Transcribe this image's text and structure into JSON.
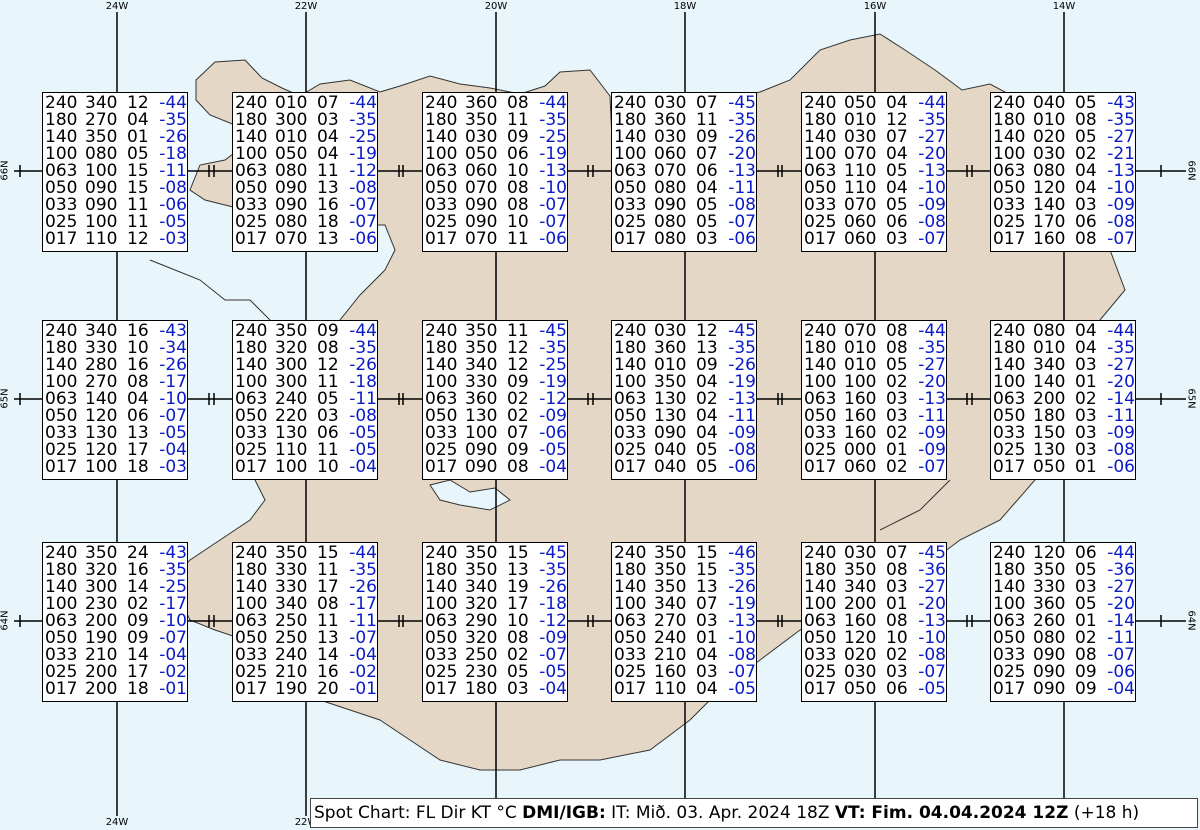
{
  "colors": {
    "sea": "#e8f6fb",
    "land": "#e4d7c6",
    "coast": "#333333",
    "temperature": "#0a1ac8"
  },
  "lon_labels": [
    "24W",
    "22W",
    "20W",
    "18W",
    "16W",
    "14W"
  ],
  "lat_labels": [
    "66N",
    "65N",
    "64N"
  ],
  "bottom_lon_labels": [
    "24W",
    "22W"
  ],
  "rows": [
    [
      [
        [
          "240",
          "340",
          "12",
          "-44"
        ],
        [
          "180",
          "270",
          "04",
          "-35"
        ],
        [
          "140",
          "350",
          "01",
          "-26"
        ],
        [
          "100",
          "080",
          "05",
          "-18"
        ],
        [
          "063",
          "100",
          "15",
          "-11"
        ],
        [
          "050",
          "090",
          "15",
          "-08"
        ],
        [
          "033",
          "090",
          "11",
          "-06"
        ],
        [
          "025",
          "100",
          "11",
          "-05"
        ],
        [
          "017",
          "110",
          "12",
          "-03"
        ]
      ],
      [
        [
          "240",
          "010",
          "07",
          "-44"
        ],
        [
          "180",
          "300",
          "03",
          "-35"
        ],
        [
          "140",
          "010",
          "04",
          "-25"
        ],
        [
          "100",
          "050",
          "04",
          "-19"
        ],
        [
          "063",
          "080",
          "11",
          "-12"
        ],
        [
          "050",
          "090",
          "13",
          "-08"
        ],
        [
          "033",
          "090",
          "16",
          "-07"
        ],
        [
          "025",
          "080",
          "18",
          "-07"
        ],
        [
          "017",
          "070",
          "13",
          "-06"
        ]
      ],
      [
        [
          "240",
          "360",
          "08",
          "-44"
        ],
        [
          "180",
          "350",
          "11",
          "-35"
        ],
        [
          "140",
          "030",
          "09",
          "-25"
        ],
        [
          "100",
          "050",
          "06",
          "-19"
        ],
        [
          "063",
          "060",
          "10",
          "-13"
        ],
        [
          "050",
          "070",
          "08",
          "-10"
        ],
        [
          "033",
          "090",
          "08",
          "-07"
        ],
        [
          "025",
          "090",
          "10",
          "-07"
        ],
        [
          "017",
          "070",
          "11",
          "-06"
        ]
      ],
      [
        [
          "240",
          "030",
          "07",
          "-45"
        ],
        [
          "180",
          "360",
          "11",
          "-35"
        ],
        [
          "140",
          "030",
          "09",
          "-26"
        ],
        [
          "100",
          "060",
          "07",
          "-20"
        ],
        [
          "063",
          "070",
          "06",
          "-13"
        ],
        [
          "050",
          "080",
          "04",
          "-11"
        ],
        [
          "033",
          "090",
          "05",
          "-08"
        ],
        [
          "025",
          "080",
          "05",
          "-07"
        ],
        [
          "017",
          "080",
          "03",
          "-06"
        ]
      ],
      [
        [
          "240",
          "050",
          "04",
          "-44"
        ],
        [
          "180",
          "010",
          "12",
          "-35"
        ],
        [
          "140",
          "030",
          "07",
          "-27"
        ],
        [
          "100",
          "070",
          "04",
          "-20"
        ],
        [
          "063",
          "110",
          "05",
          "-13"
        ],
        [
          "050",
          "110",
          "04",
          "-10"
        ],
        [
          "033",
          "070",
          "05",
          "-09"
        ],
        [
          "025",
          "060",
          "06",
          "-08"
        ],
        [
          "017",
          "060",
          "03",
          "-07"
        ]
      ],
      [
        [
          "240",
          "040",
          "05",
          "-43"
        ],
        [
          "180",
          "010",
          "08",
          "-35"
        ],
        [
          "140",
          "020",
          "05",
          "-27"
        ],
        [
          "100",
          "030",
          "02",
          "-21"
        ],
        [
          "063",
          "080",
          "04",
          "-13"
        ],
        [
          "050",
          "120",
          "04",
          "-10"
        ],
        [
          "033",
          "140",
          "03",
          "-09"
        ],
        [
          "025",
          "170",
          "06",
          "-08"
        ],
        [
          "017",
          "160",
          "08",
          "-07"
        ]
      ]
    ],
    [
      [
        [
          "240",
          "340",
          "16",
          "-43"
        ],
        [
          "180",
          "330",
          "10",
          "-34"
        ],
        [
          "140",
          "280",
          "16",
          "-26"
        ],
        [
          "100",
          "270",
          "08",
          "-17"
        ],
        [
          "063",
          "140",
          "04",
          "-10"
        ],
        [
          "050",
          "120",
          "06",
          "-07"
        ],
        [
          "033",
          "130",
          "13",
          "-05"
        ],
        [
          "025",
          "120",
          "17",
          "-04"
        ],
        [
          "017",
          "100",
          "18",
          "-03"
        ]
      ],
      [
        [
          "240",
          "350",
          "09",
          "-44"
        ],
        [
          "180",
          "320",
          "08",
          "-35"
        ],
        [
          "140",
          "300",
          "12",
          "-26"
        ],
        [
          "100",
          "300",
          "11",
          "-18"
        ],
        [
          "063",
          "240",
          "05",
          "-11"
        ],
        [
          "050",
          "220",
          "03",
          "-08"
        ],
        [
          "033",
          "130",
          "06",
          "-05"
        ],
        [
          "025",
          "110",
          "11",
          "-05"
        ],
        [
          "017",
          "100",
          "10",
          "-04"
        ]
      ],
      [
        [
          "240",
          "350",
          "11",
          "-45"
        ],
        [
          "180",
          "350",
          "12",
          "-35"
        ],
        [
          "140",
          "340",
          "12",
          "-25"
        ],
        [
          "100",
          "330",
          "09",
          "-19"
        ],
        [
          "063",
          "360",
          "02",
          "-12"
        ],
        [
          "050",
          "130",
          "02",
          "-09"
        ],
        [
          "033",
          "100",
          "07",
          "-06"
        ],
        [
          "025",
          "090",
          "09",
          "-05"
        ],
        [
          "017",
          "090",
          "08",
          "-04"
        ]
      ],
      [
        [
          "240",
          "030",
          "12",
          "-45"
        ],
        [
          "180",
          "360",
          "13",
          "-35"
        ],
        [
          "140",
          "010",
          "09",
          "-26"
        ],
        [
          "100",
          "350",
          "04",
          "-19"
        ],
        [
          "063",
          "130",
          "02",
          "-13"
        ],
        [
          "050",
          "130",
          "04",
          "-11"
        ],
        [
          "033",
          "090",
          "04",
          "-09"
        ],
        [
          "025",
          "040",
          "05",
          "-08"
        ],
        [
          "017",
          "040",
          "05",
          "-06"
        ]
      ],
      [
        [
          "240",
          "070",
          "08",
          "-44"
        ],
        [
          "180",
          "010",
          "08",
          "-35"
        ],
        [
          "140",
          "010",
          "05",
          "-27"
        ],
        [
          "100",
          "100",
          "02",
          "-20"
        ],
        [
          "063",
          "160",
          "03",
          "-13"
        ],
        [
          "050",
          "160",
          "03",
          "-11"
        ],
        [
          "033",
          "160",
          "02",
          "-09"
        ],
        [
          "025",
          "000",
          "01",
          "-09"
        ],
        [
          "017",
          "060",
          "02",
          "-07"
        ]
      ],
      [
        [
          "240",
          "080",
          "04",
          "-44"
        ],
        [
          "180",
          "010",
          "04",
          "-35"
        ],
        [
          "140",
          "340",
          "03",
          "-27"
        ],
        [
          "100",
          "140",
          "01",
          "-20"
        ],
        [
          "063",
          "200",
          "02",
          "-14"
        ],
        [
          "050",
          "180",
          "03",
          "-11"
        ],
        [
          "033",
          "150",
          "03",
          "-09"
        ],
        [
          "025",
          "130",
          "03",
          "-08"
        ],
        [
          "017",
          "050",
          "01",
          "-06"
        ]
      ]
    ],
    [
      [
        [
          "240",
          "350",
          "24",
          "-43"
        ],
        [
          "180",
          "320",
          "16",
          "-35"
        ],
        [
          "140",
          "300",
          "14",
          "-25"
        ],
        [
          "100",
          "230",
          "02",
          "-17"
        ],
        [
          "063",
          "200",
          "09",
          "-10"
        ],
        [
          "050",
          "190",
          "09",
          "-07"
        ],
        [
          "033",
          "210",
          "14",
          "-04"
        ],
        [
          "025",
          "200",
          "17",
          "-02"
        ],
        [
          "017",
          "200",
          "18",
          "-01"
        ]
      ],
      [
        [
          "240",
          "350",
          "15",
          "-44"
        ],
        [
          "180",
          "330",
          "11",
          "-35"
        ],
        [
          "140",
          "330",
          "17",
          "-26"
        ],
        [
          "100",
          "340",
          "08",
          "-17"
        ],
        [
          "063",
          "250",
          "11",
          "-11"
        ],
        [
          "050",
          "250",
          "13",
          "-07"
        ],
        [
          "033",
          "240",
          "14",
          "-04"
        ],
        [
          "025",
          "210",
          "16",
          "-02"
        ],
        [
          "017",
          "190",
          "20",
          "-01"
        ]
      ],
      [
        [
          "240",
          "350",
          "15",
          "-45"
        ],
        [
          "180",
          "350",
          "13",
          "-35"
        ],
        [
          "140",
          "340",
          "19",
          "-26"
        ],
        [
          "100",
          "320",
          "17",
          "-18"
        ],
        [
          "063",
          "290",
          "10",
          "-12"
        ],
        [
          "050",
          "320",
          "08",
          "-09"
        ],
        [
          "033",
          "250",
          "02",
          "-07"
        ],
        [
          "025",
          "230",
          "05",
          "-05"
        ],
        [
          "017",
          "180",
          "03",
          "-04"
        ]
      ],
      [
        [
          "240",
          "350",
          "15",
          "-46"
        ],
        [
          "180",
          "350",
          "15",
          "-35"
        ],
        [
          "140",
          "350",
          "13",
          "-26"
        ],
        [
          "100",
          "340",
          "07",
          "-19"
        ],
        [
          "063",
          "270",
          "03",
          "-13"
        ],
        [
          "050",
          "240",
          "01",
          "-10"
        ],
        [
          "033",
          "210",
          "04",
          "-08"
        ],
        [
          "025",
          "160",
          "03",
          "-07"
        ],
        [
          "017",
          "110",
          "04",
          "-05"
        ]
      ],
      [
        [
          "240",
          "030",
          "07",
          "-45"
        ],
        [
          "180",
          "350",
          "08",
          "-36"
        ],
        [
          "140",
          "340",
          "03",
          "-27"
        ],
        [
          "100",
          "200",
          "01",
          "-20"
        ],
        [
          "063",
          "160",
          "08",
          "-13"
        ],
        [
          "050",
          "120",
          "10",
          "-10"
        ],
        [
          "033",
          "020",
          "02",
          "-08"
        ],
        [
          "025",
          "030",
          "03",
          "-07"
        ],
        [
          "017",
          "050",
          "06",
          "-05"
        ]
      ],
      [
        [
          "240",
          "120",
          "06",
          "-44"
        ],
        [
          "180",
          "350",
          "05",
          "-36"
        ],
        [
          "140",
          "330",
          "03",
          "-27"
        ],
        [
          "100",
          "360",
          "05",
          "-20"
        ],
        [
          "063",
          "260",
          "01",
          "-14"
        ],
        [
          "050",
          "080",
          "02",
          "-11"
        ],
        [
          "033",
          "090",
          "08",
          "-07"
        ],
        [
          "025",
          "090",
          "09",
          "-06"
        ],
        [
          "017",
          "090",
          "09",
          "-04"
        ]
      ]
    ]
  ],
  "footer": {
    "part1": "Spot Chart: FL Dir KT °C ",
    "part2": "DMI/IGB:",
    "part3": " IT: Mið. 03. Apr. 2024 18Z ",
    "part4": "VT: Fim. 04.04.2024 12Z",
    "part5": " (+18 h)"
  }
}
